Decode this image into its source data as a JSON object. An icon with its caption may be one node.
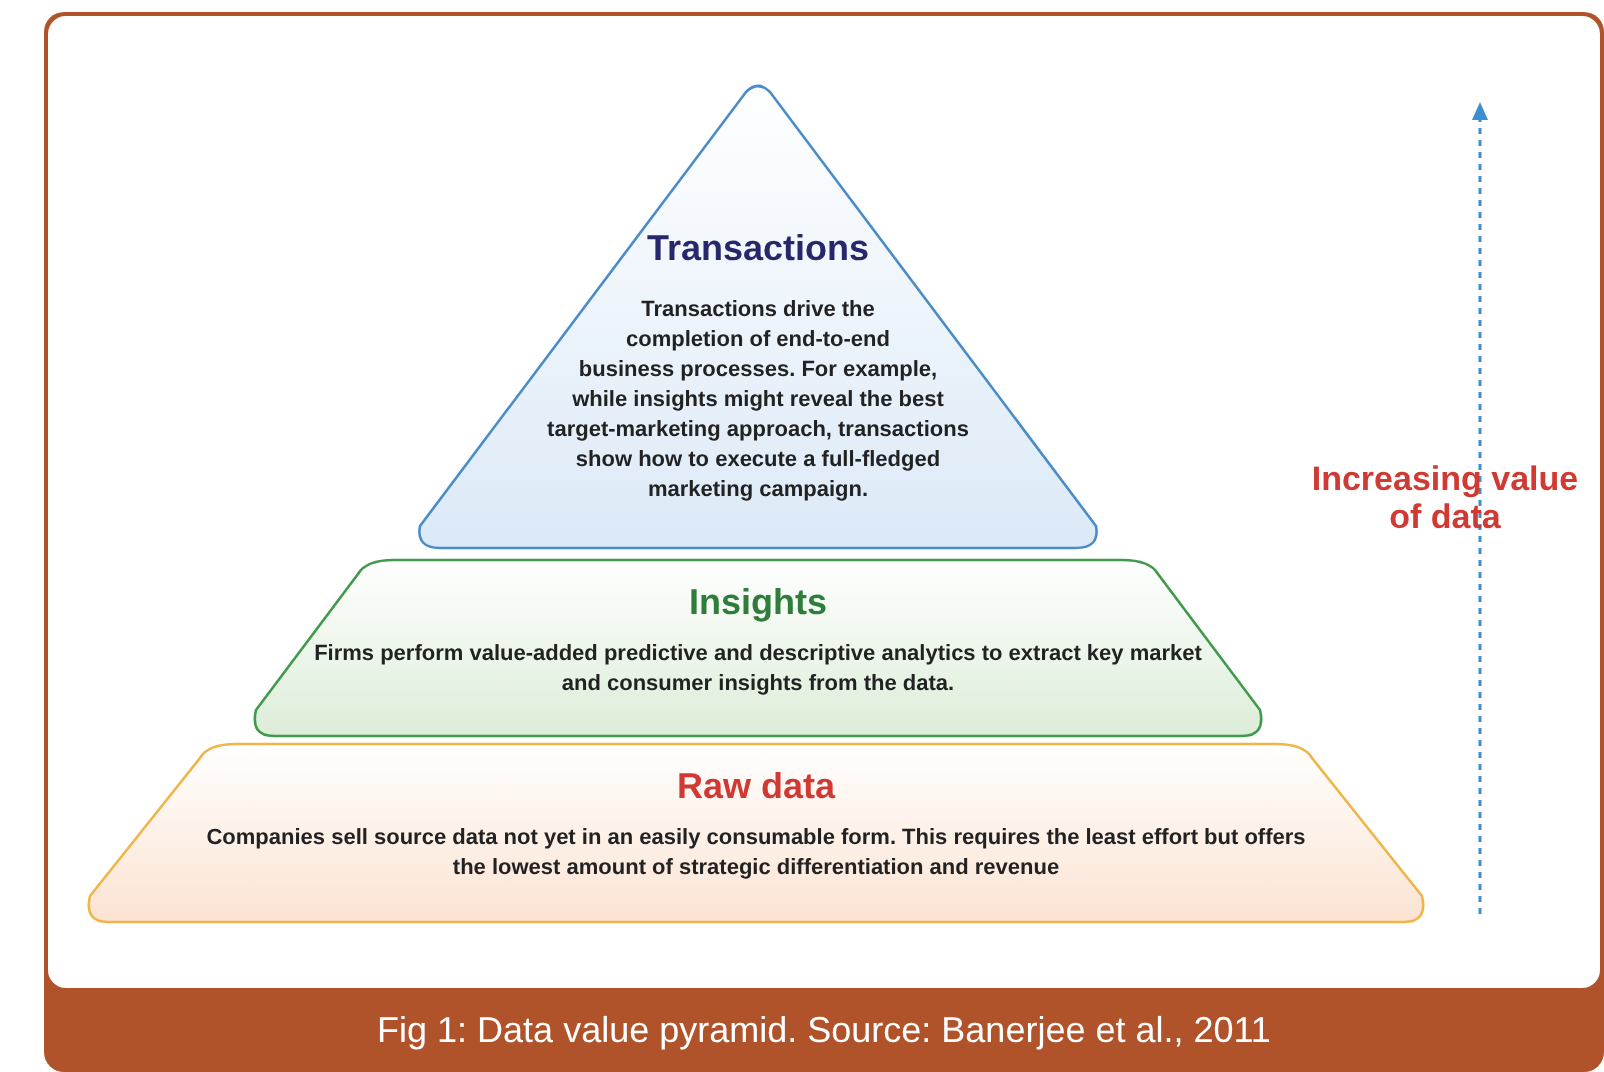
{
  "diagram": {
    "caption": "Fig 1: Data value pyramid. Source: Banerjee et al., 2011",
    "nodes": [
      {
        "text": [
          "Transactions",
          "Transactions drive the completion of end-to-end business processes. For example, while insights might reveal the best target-marketing approach, transactions show how to execute a full-fledged marketing campaign."
        ]
      },
      {
        "text": [
          "Insights",
          "Firms perform value-added predictive and descriptive analytics to extract key market and consumer insights from the data."
        ]
      },
      {
        "text": [
          "Raw data",
          "Companies sell source data not yet in an easily consumable form. This requires the least effort but offers the lowest amount of strategic differentiation and revenue"
        ]
      }
    ],
    "edges": [],
    "labels": [
      "Increasing value of data"
    ]
  }
}
